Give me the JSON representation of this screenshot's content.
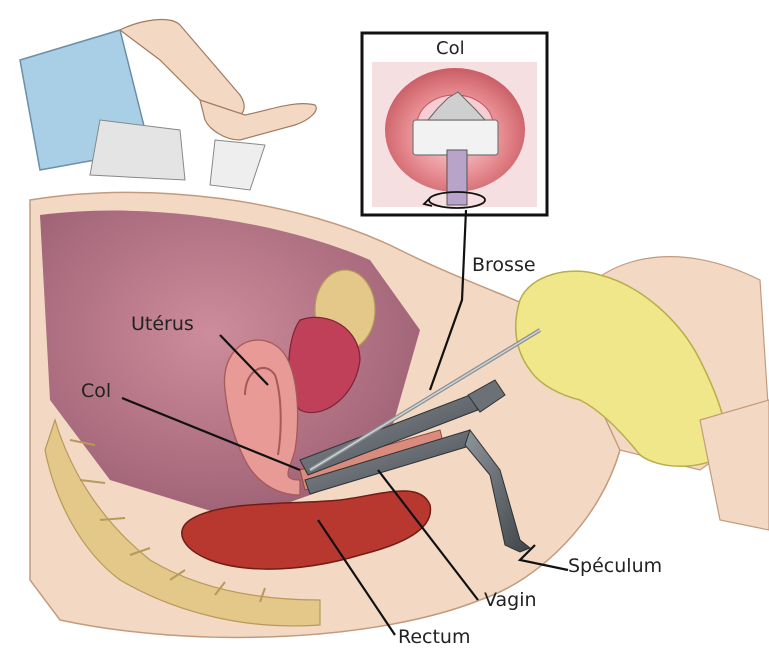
{
  "labels": {
    "col_inset": "Col",
    "brosse": "Brosse",
    "uterus": "Utérus",
    "col": "Col",
    "speculum": "Spéculum",
    "vagin": "Vagin",
    "rectum": "Rectum"
  },
  "colors": {
    "skin": "#f3d9c3",
    "uterus": "#e89a96",
    "rectum": "#b8382f",
    "bone": "#e3c889",
    "glove": "#f0e78a",
    "gown": "#a9cfe6",
    "metal": "#5f6468"
  }
}
